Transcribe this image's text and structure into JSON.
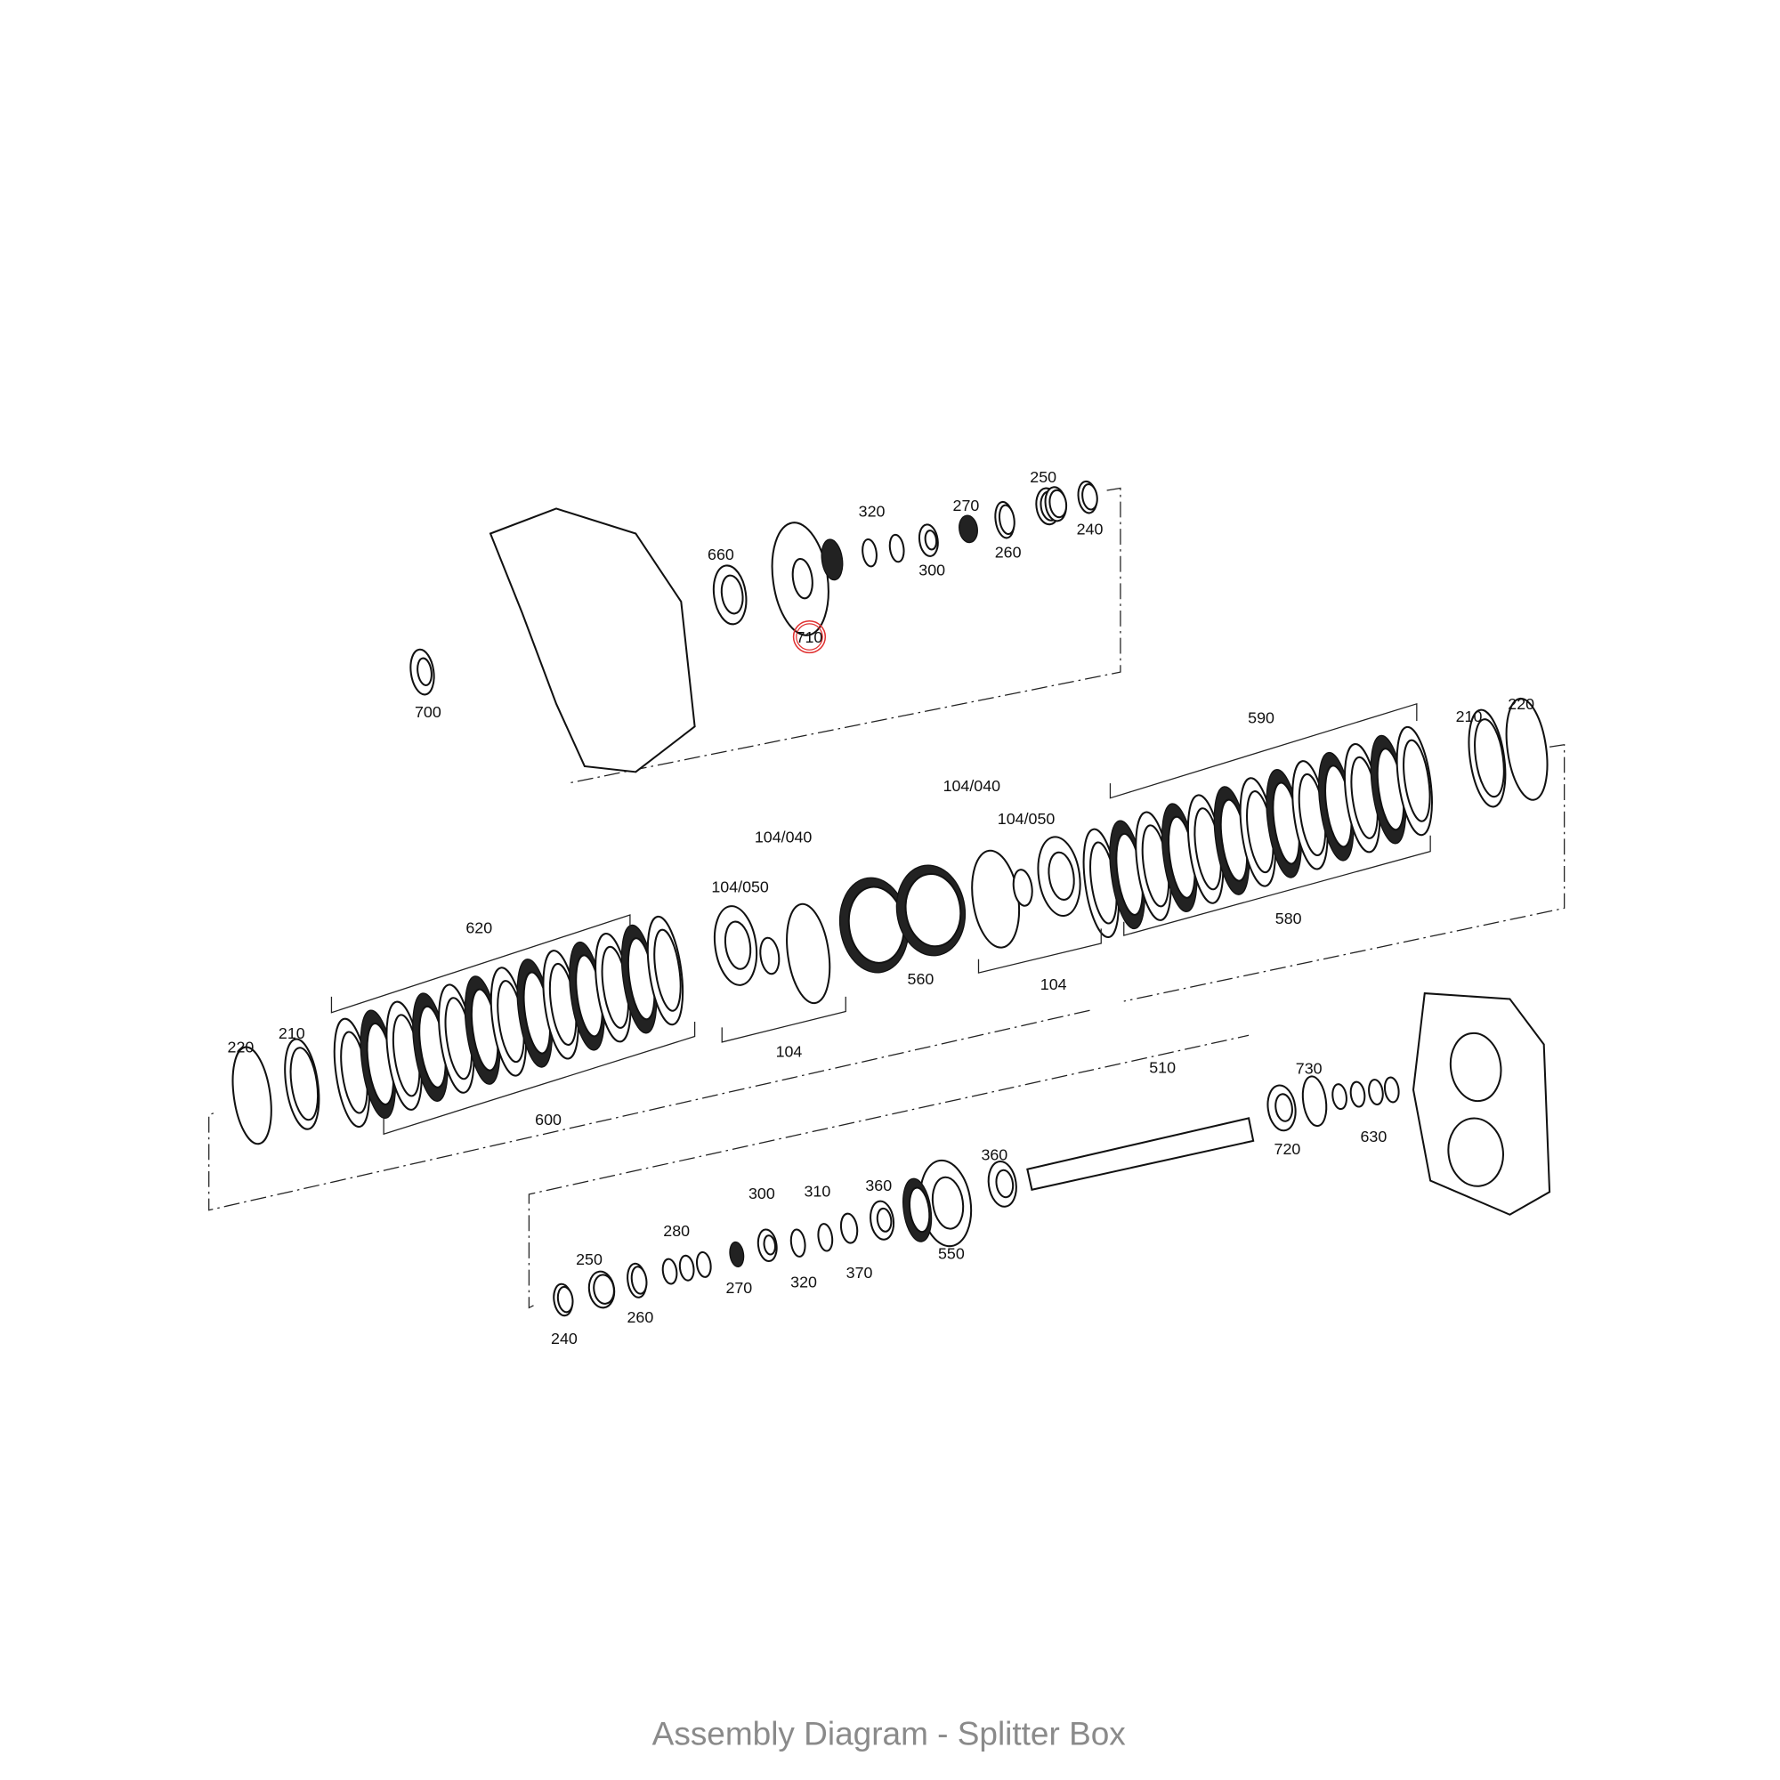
{
  "caption": "Assembly Diagram - Splitter Box",
  "highlight_color": "#e03030",
  "selected_part": "710",
  "upper_group": {
    "labels": [
      "700",
      "660",
      "710",
      "320",
      "300",
      "270",
      "260",
      "250",
      "240"
    ]
  },
  "middle_group": {
    "labels": [
      "220",
      "210",
      "620",
      "600",
      "104/050",
      "104/040",
      "104",
      "560",
      "104/040",
      "104/050",
      "104",
      "590",
      "580",
      "210",
      "220"
    ]
  },
  "lower_group": {
    "labels": [
      "510",
      "730",
      "720",
      "630",
      "360",
      "360",
      "550",
      "310",
      "300",
      "370",
      "320",
      "270",
      "280",
      "250",
      "260",
      "240"
    ]
  }
}
